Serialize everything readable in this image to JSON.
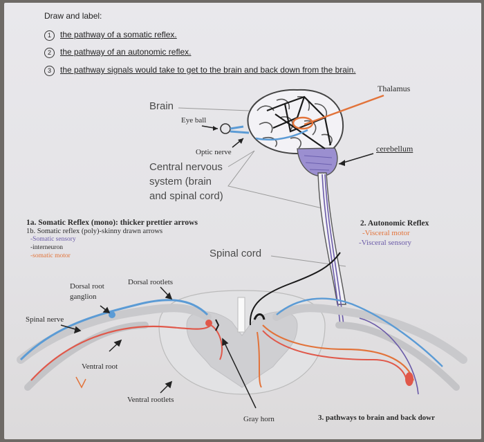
{
  "prompt": {
    "heading": "Draw and label:",
    "items": [
      {
        "number": "1",
        "text": "the pathway of a somatic reflex."
      },
      {
        "number": "2",
        "text": "the pathway of an autonomic reflex."
      },
      {
        "number": "3",
        "text": "the pathway signals would take to get to the brain and back down from the brain."
      }
    ]
  },
  "labels": {
    "brain": "Brain",
    "eye_ball": "Eye ball",
    "optic_nerve": "Optic nerve",
    "cns_line1": "Central nervous",
    "cns_line2": "system (brain",
    "cns_line3": "and spinal cord)",
    "thalamus": "Thalamus",
    "cerebellum": "cerebellum",
    "spinal_cord": "Spinal cord",
    "dorsal_rootlets": "Dorsal rootlets",
    "dorsal_root_ganglion_1": "Dorsal root",
    "dorsal_root_ganglion_2": "ganglion",
    "spinal_nerve": "Spinal nerve",
    "ventral_root": "Ventral root",
    "ventral_rootlets": "Ventral rootlets",
    "gray_horn": "Gray horn"
  },
  "notes": {
    "somatic_title": "1a. Somatic Reflex (mono): thicker prettier arrows",
    "somatic_sub": "1b. Somatic reflex (poly)-skinny drawn arrows",
    "somatic_items": [
      "-Somatic sensory",
      "-interneuron",
      "-somatic motor"
    ],
    "autonomic_title": "2. Autonomic Reflex",
    "autonomic_items": [
      "-Visceral motor",
      "-Visceral sensory"
    ],
    "pathways": "3. pathways to brain and back dowr"
  },
  "colors": {
    "sensory_blue": "#5b9bd5",
    "motor_red": "#e0584a",
    "visceral_orange": "#e2733a",
    "visceral_purple": "#6a5aa8",
    "drawn_black": "#1a1a1a"
  }
}
